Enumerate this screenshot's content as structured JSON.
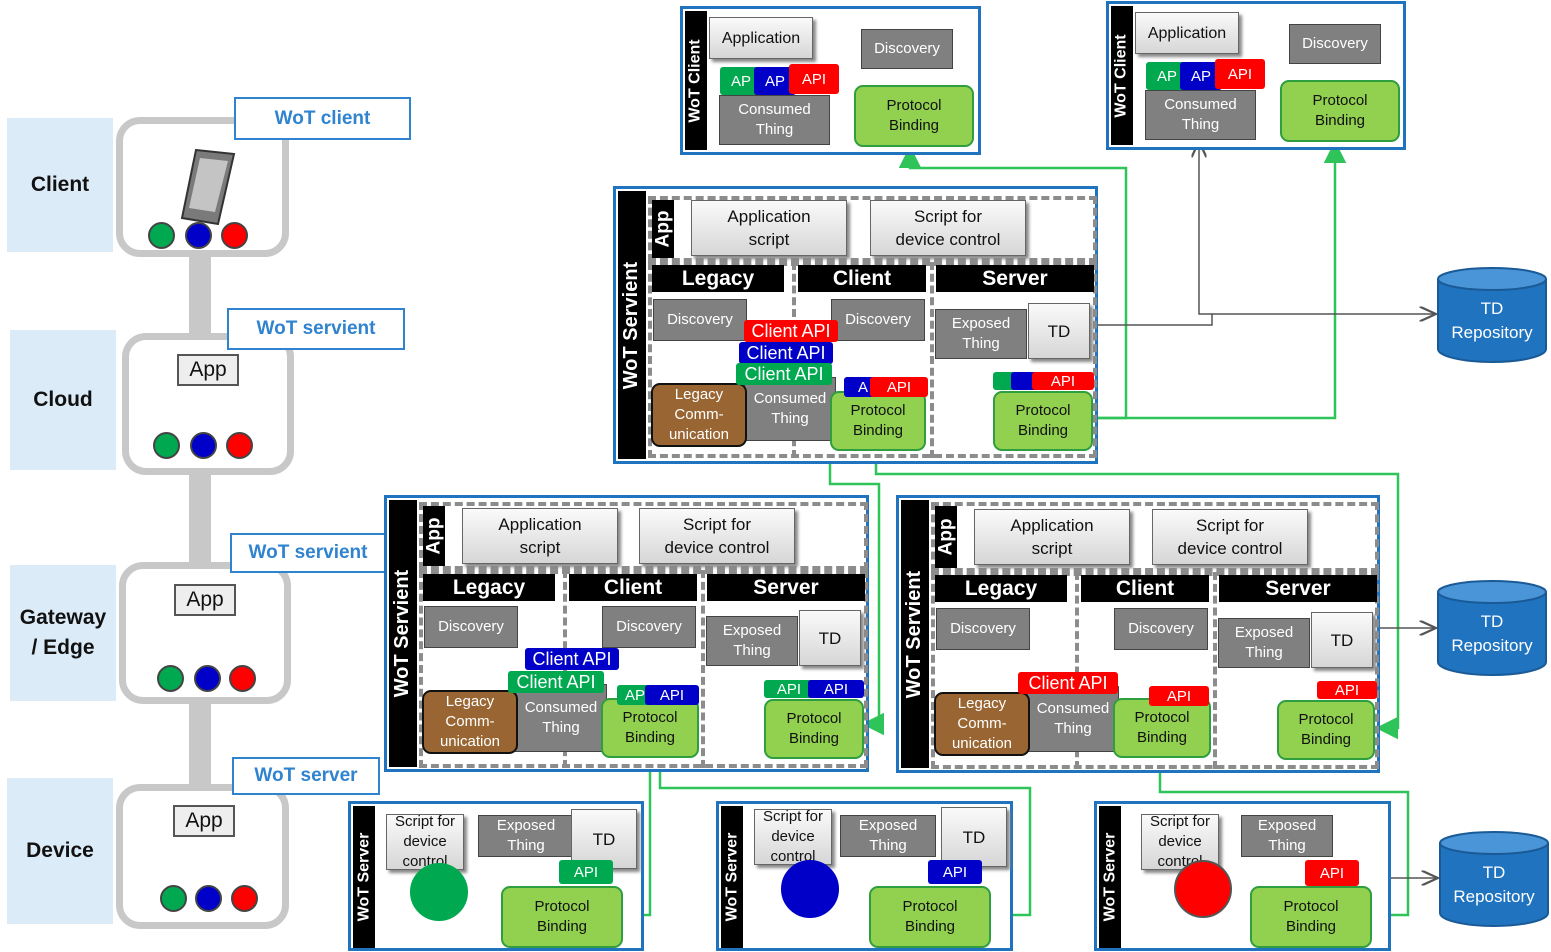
{
  "tiers": {
    "client": "Client",
    "cloud": "Cloud",
    "gateway": "Gateway\n/ Edge",
    "device": "Device"
  },
  "roles": {
    "wot_client": "WoT client",
    "wot_servient_cloud": "WoT servient",
    "wot_servient_gateway": "WoT servient",
    "wot_server": "WoT server"
  },
  "app_label": "App",
  "client_box": {
    "vertical": "WoT Client",
    "application": "Application",
    "discovery": "Discovery",
    "api": "API",
    "api_trunc": "AP",
    "consumed_thing": "Consumed\nThing",
    "protocol_binding": "Protocol\nBinding"
  },
  "servient": {
    "vertical": "WoT Servient",
    "app": "App",
    "application_script": "Application\nscript",
    "script_device_control": "Script for\ndevice control",
    "legacy": "Legacy",
    "client": "Client",
    "server": "Server",
    "discovery": "Discovery",
    "exposed_thing": "Exposed\nThing",
    "td": "TD",
    "client_api": "Client API",
    "legacy_comm": "Legacy\nComm-\nunication",
    "consumed_thing": "Consumed\nThing",
    "protocol_binding": "Protocol\nBinding",
    "api": "API",
    "api_trunc": "AP",
    "api_a": "A"
  },
  "server_box": {
    "vertical": "WoT Server",
    "script": "Script for\ndevice\ncontrol",
    "exposed_thing": "Exposed\nThing",
    "td": "TD",
    "api": "API",
    "protocol_binding": "Protocol\nBinding"
  },
  "repository": "TD\nRepository",
  "colors": {
    "red": "#ff0000",
    "blue": "#0000c8",
    "green": "#00a84f",
    "frame": "#1f73bf",
    "binding": "#92d050",
    "link_green": "#2ec45a",
    "link_gray": "#555555",
    "repo": "#1f73bf"
  }
}
